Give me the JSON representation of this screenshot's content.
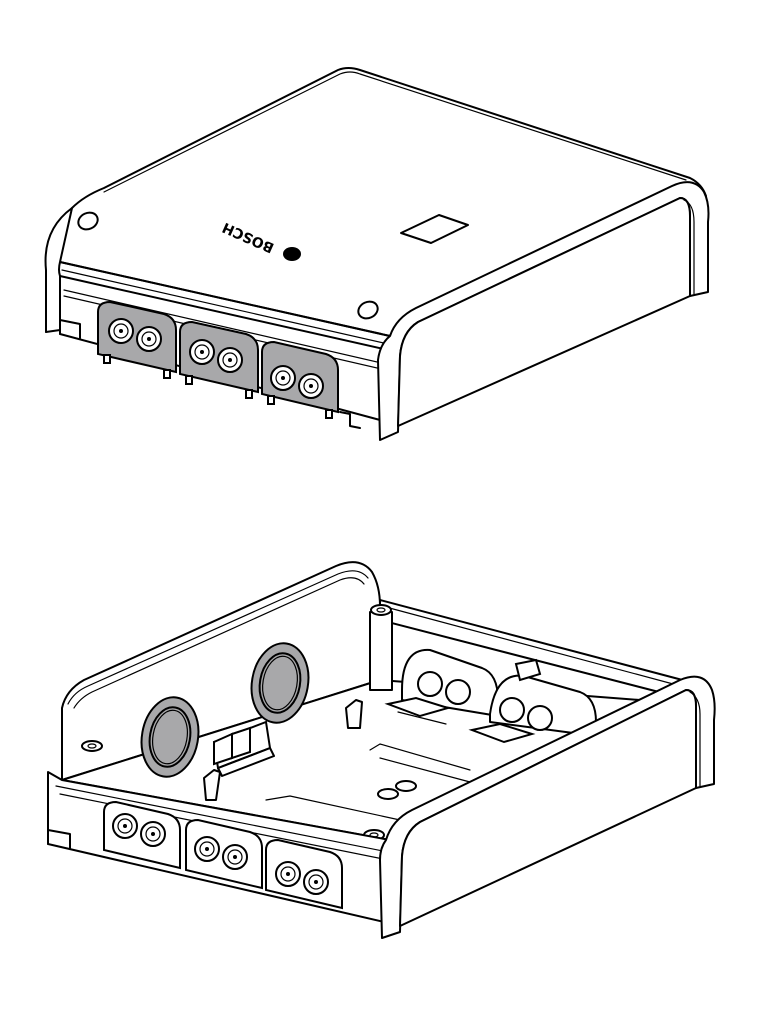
{
  "figure": {
    "description": "Technical line drawing of an electronics enclosure shown in two isometric views",
    "colors": {
      "line": "#000000",
      "background": "#ffffff",
      "gray_fill": "#a8a8aa"
    },
    "views": [
      {
        "id": "closed",
        "label": "Enclosure with lid closed",
        "logo_text": "BOSCH",
        "connector_panels": 3,
        "connectors_per_panel": 2,
        "panel_fill": "gray",
        "features": [
          "logo",
          "label-rectangle",
          "two screw holes",
          "side end cap"
        ]
      },
      {
        "id": "open",
        "label": "Enclosure with lid removed (interior)",
        "connector_panels": 3,
        "connectors_per_panel": 2,
        "panel_fill": "white",
        "features": [
          "two round gaskets",
          "terminal block",
          "two double cable clamps",
          "screw bosses",
          "PCB mounting area"
        ]
      }
    ]
  }
}
